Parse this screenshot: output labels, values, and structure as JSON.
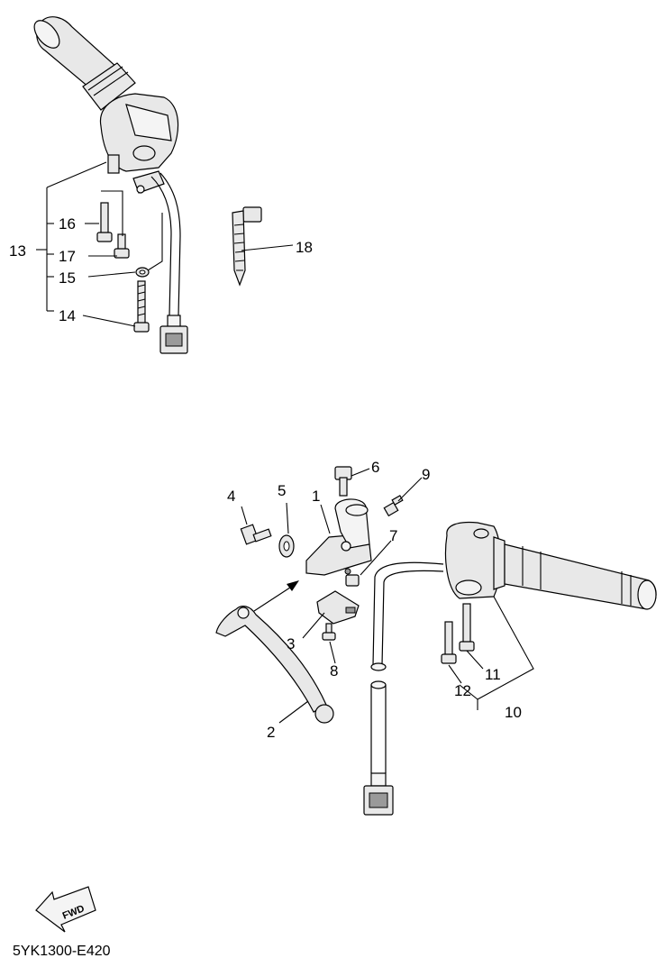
{
  "callouts": {
    "c1": "1",
    "c2": "2",
    "c3": "3",
    "c4": "4",
    "c5": "5",
    "c6": "6",
    "c7": "7",
    "c8": "8",
    "c9": "9",
    "c10": "10",
    "c11": "11",
    "c12": "12",
    "c13": "13",
    "c14": "14",
    "c15": "15",
    "c16": "16",
    "c17": "17",
    "c18": "18"
  },
  "fwd_label": "FWD",
  "diagram_code": "5YK1300-E420"
}
